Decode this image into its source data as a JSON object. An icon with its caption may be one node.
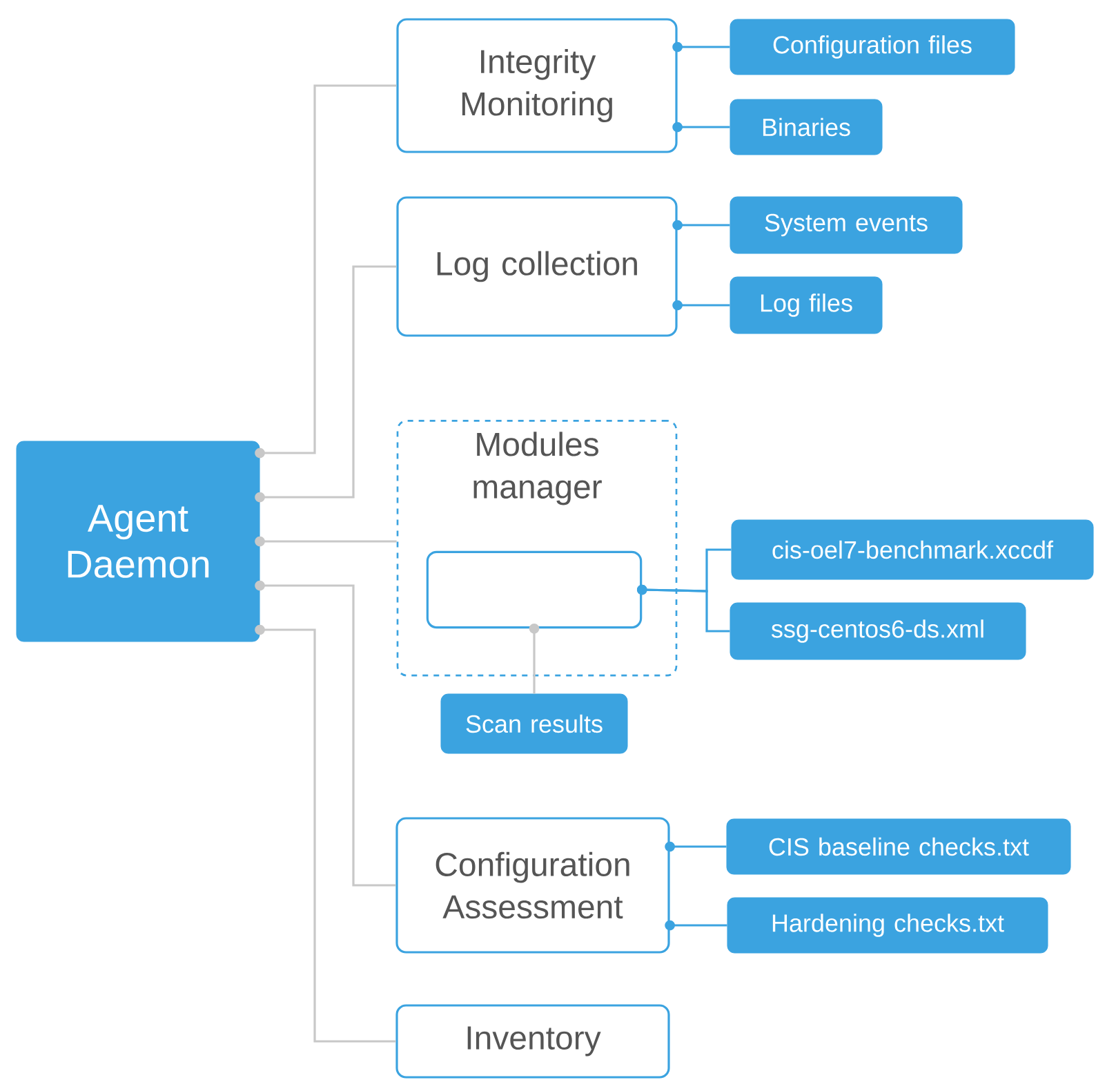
{
  "diagram": {
    "nodes": [
      {
        "text": [
          "Agent Daemon"
        ]
      },
      {
        "text": [
          "Integrity Monitoring"
        ]
      },
      {
        "text": [
          "Configuration files"
        ]
      },
      {
        "text": [
          "Binaries"
        ]
      },
      {
        "text": [
          "Log collection"
        ]
      },
      {
        "text": [
          "System events"
        ]
      },
      {
        "text": [
          "Log files"
        ]
      },
      {
        "text": [
          "Modules manager"
        ]
      },
      {
        "text": [],
        "shape": "box",
        "in": 7
      },
      {
        "text": [
          "cis-oel7-benchmark.xccdf"
        ]
      },
      {
        "text": [
          "ssg-centos6-ds.xml"
        ]
      },
      {
        "text": [
          "Scan results"
        ]
      },
      {
        "text": [
          "Configuration Assessment"
        ]
      },
      {
        "text": [
          "CIS baseline checks.txt"
        ]
      },
      {
        "text": [
          "Hardening checks.txt"
        ]
      },
      {
        "text": [
          "Inventory"
        ]
      }
    ],
    "edges": [
      {
        "from": 0,
        "to": 1,
        "arrow": "other",
        "color": "#c8c8c8"
      },
      {
        "from": 0,
        "to": 4,
        "arrow": "other",
        "color": "#c8c8c8"
      },
      {
        "from": 0,
        "to": 7,
        "arrow": "other",
        "color": "#c8c8c8"
      },
      {
        "from": 0,
        "to": 12,
        "arrow": "other",
        "color": "#c8c8c8"
      },
      {
        "from": 0,
        "to": 15,
        "arrow": "other",
        "color": "#c8c8c8"
      },
      {
        "from": 1,
        "to": 2,
        "arrow": "other"
      },
      {
        "from": 1,
        "to": 3,
        "arrow": "other"
      },
      {
        "from": 4,
        "to": 5,
        "arrow": "other"
      },
      {
        "from": 4,
        "to": 6,
        "arrow": "other"
      },
      {
        "from": 8,
        "to": 9,
        "arrow": "other"
      },
      {
        "from": 8,
        "to": 10,
        "arrow": "other"
      },
      {
        "from": 8,
        "to": 11,
        "arrow": "other",
        "color": "#c8c8c8"
      },
      {
        "from": 12,
        "to": 13,
        "arrow": "other"
      },
      {
        "from": 12,
        "to": 14,
        "arrow": "other"
      }
    ]
  }
}
